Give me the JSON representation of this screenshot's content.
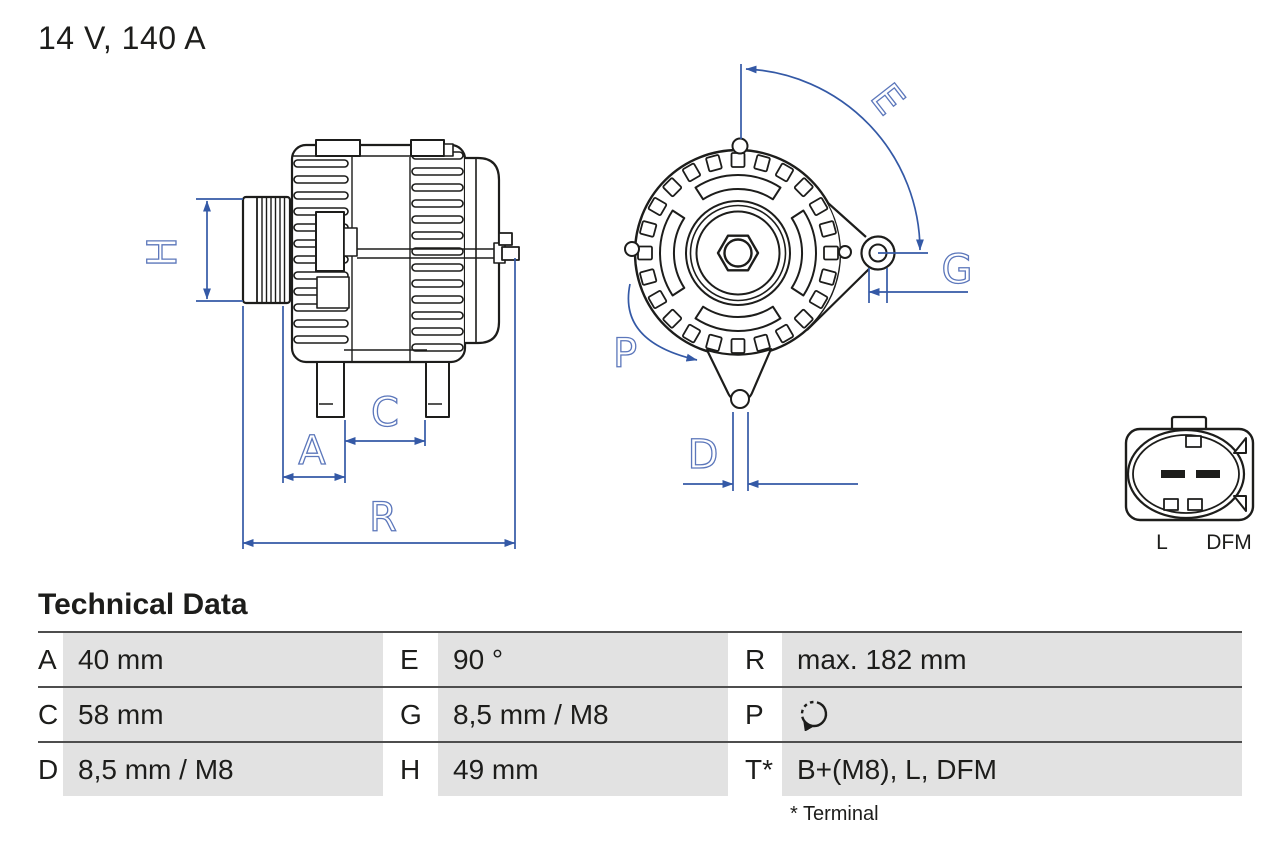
{
  "header": {
    "title": "14 V, 140 A"
  },
  "drawing": {
    "dimension_labels": {
      "h": "H",
      "a": "A",
      "c": "C",
      "r": "R",
      "e": "E",
      "g": "G",
      "p": "P",
      "d": "D"
    },
    "connector": {
      "pin_left": "L",
      "pin_right": "DFM"
    },
    "colors": {
      "dimension_line": "#3459A6",
      "dimension_label": "#5C77BB",
      "drawing_line": "#1D1D1B"
    }
  },
  "table": {
    "title": "Technical Data",
    "rows": [
      {
        "cells": [
          {
            "key": "A",
            "value": "40 mm"
          },
          {
            "key": "E",
            "value": "90 °"
          },
          {
            "key": "R",
            "value": "max. 182 mm"
          }
        ]
      },
      {
        "cells": [
          {
            "key": "C",
            "value": "58 mm"
          },
          {
            "key": "G",
            "value": "8,5 mm / M8"
          },
          {
            "key": "P",
            "value": "",
            "icon": "rotation-direction"
          }
        ]
      },
      {
        "cells": [
          {
            "key": "D",
            "value": "8,5 mm / M8"
          },
          {
            "key": "H",
            "value": "49 mm"
          },
          {
            "key": "T*",
            "value": "B+(M8), L, DFM"
          }
        ]
      }
    ],
    "footnote": "* Terminal"
  }
}
